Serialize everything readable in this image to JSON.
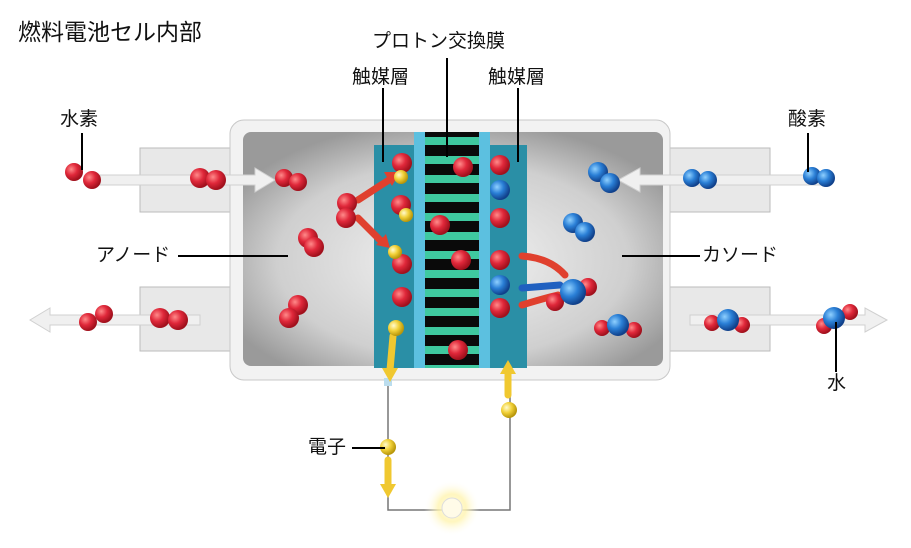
{
  "title": "燃料電池セル内部",
  "labels": {
    "membrane": "プロトン交換膜",
    "catalyst_left": "触媒層",
    "catalyst_right": "触媒層",
    "hydrogen": "水素",
    "oxygen": "酸素",
    "anode": "アノード",
    "cathode": "カソード",
    "water": "水",
    "electron": "電子"
  },
  "colors": {
    "hydrogen": "#e0283a",
    "oxygen": "#2a7fd6",
    "electron": "#f2d23a",
    "catalyst": "#2a8fa6",
    "membrane_stripe": "#3fc9a0",
    "arrow_red": "#e0402e",
    "arrow_blue": "#2060c0",
    "arrow_yellow": "#f0c830"
  }
}
